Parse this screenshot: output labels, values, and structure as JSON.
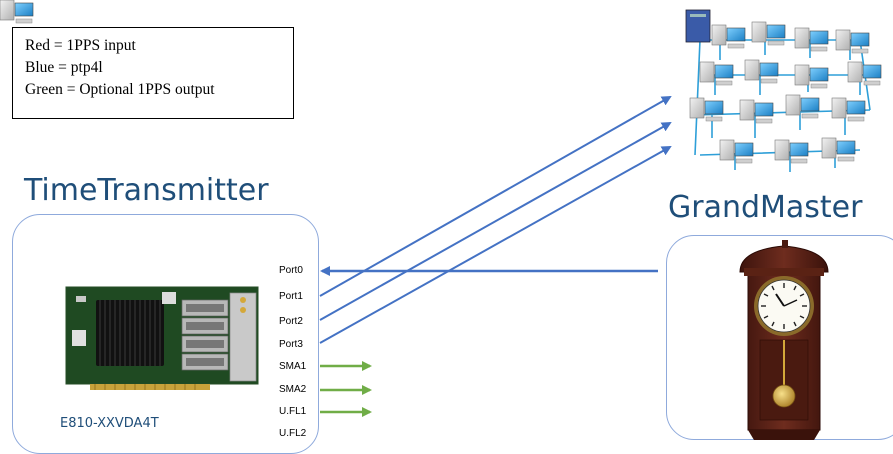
{
  "legend": {
    "red": "Red = 1PPS input",
    "blue": "Blue =  ptp4l",
    "green": "Green = Optional 1PPS output"
  },
  "transmitter": {
    "title": "TimeTransmitter",
    "model": "E810-XXVDA4T",
    "ports": [
      "Port0",
      "Port1",
      "Port2",
      "Port3"
    ],
    "outputs": [
      "SMA1",
      "SMA2",
      "U.FL1",
      "U.FL2"
    ]
  },
  "grandmaster": {
    "title": "GrandMaster"
  },
  "colors": {
    "ptp_link": "#4472c4",
    "pps_output": "#70ad47",
    "title_text": "#1f4e79",
    "box_border": "#8faadc"
  }
}
